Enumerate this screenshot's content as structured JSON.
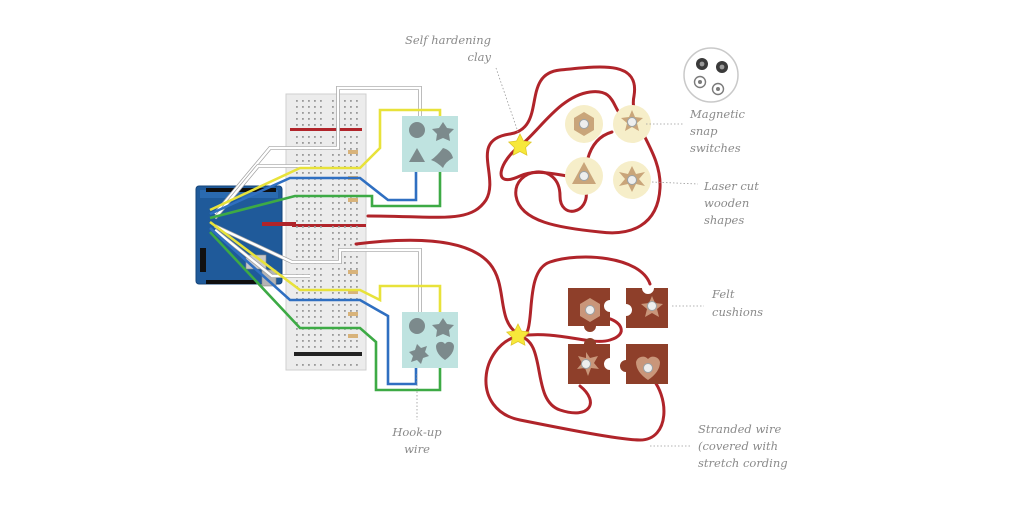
{
  "labels": {
    "clay": [
      "Self hardening",
      "clay"
    ],
    "magnetic": [
      "Magnetic",
      "snap",
      "switches"
    ],
    "laser": [
      "Laser cut",
      "wooden",
      "shapes"
    ],
    "felt": [
      "Felt",
      "cushions"
    ],
    "hookup": [
      "Hook-up",
      "wire"
    ],
    "stranded": [
      "Stranded wire",
      "(covered with",
      "stretch cording"
    ]
  },
  "colors": {
    "red_wire": "#b0242a",
    "yellow_wire": "#e8e23a",
    "blue_wire": "#2f6fc1",
    "green_wire": "#3daa45",
    "board": "#1f5a9a",
    "breadboard": "#e9e9e9",
    "pad": "#bfe3e0",
    "wood_disc": "#f6eec9",
    "felt": "#8e3f2a",
    "star": "#f7e83a"
  },
  "icons": [
    "arduino-board",
    "breadboard",
    "magnetic-snap-icon",
    "star-junction-icon"
  ]
}
